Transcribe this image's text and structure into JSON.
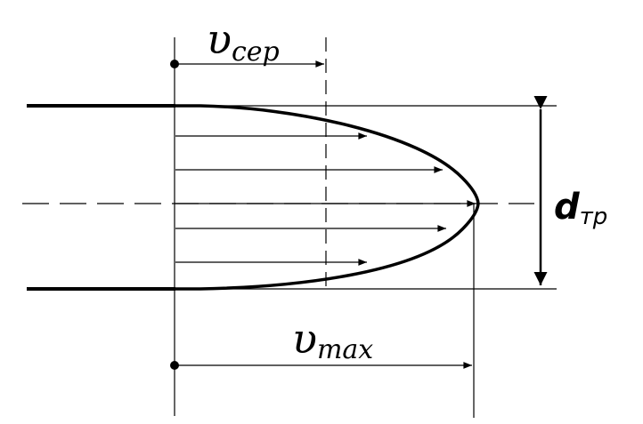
{
  "labels": {
    "v_avg_symbol": "υ",
    "v_avg_subscript": "сер",
    "v_max_symbol": "υ",
    "v_max_subscript": "max",
    "diameter_symbol": "d",
    "diameter_subscript": "тр"
  },
  "profile": {
    "type": "parabolic",
    "arrow_count": 5
  },
  "colors": {
    "line": "#000000",
    "background": "#ffffff"
  }
}
